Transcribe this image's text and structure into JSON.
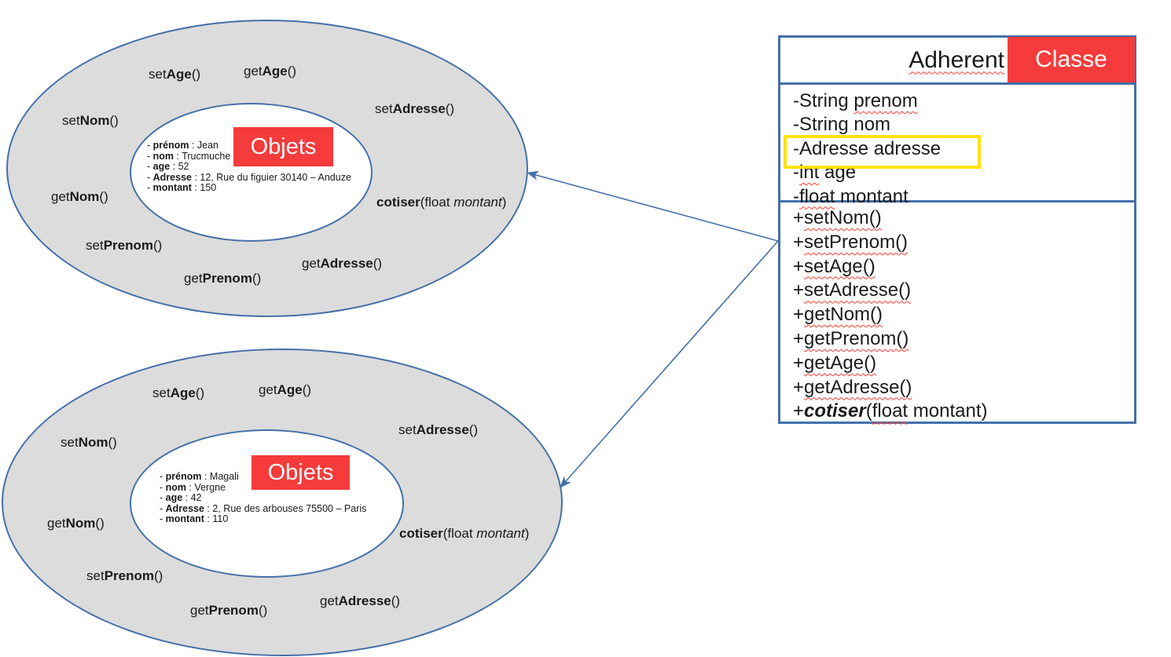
{
  "colors": {
    "accent_red": "#f53b3b",
    "diagram_blue": "#4470a8",
    "ellipse_gray": "#dcdcdc",
    "highlight_yellow": "#ffe10a"
  },
  "class_box": {
    "title": "Adherent",
    "tag_label": "Classe",
    "attributes": [
      {
        "segments": [
          {
            "t": "-String "
          },
          {
            "t": "prenom",
            "sq": true
          }
        ]
      },
      {
        "segments": [
          {
            "t": "-Adresse adresse"
          }
        ],
        "highlighted": true
      },
      {
        "segments": [
          {
            "t": "-String "
          },
          {
            "t": "nom",
            "sq": true
          }
        ]
      },
      {
        "segments": [
          {
            "t": "-"
          },
          {
            "t": "int",
            "sq": true
          },
          {
            "t": " age"
          }
        ]
      },
      {
        "segments": [
          {
            "t": "-"
          },
          {
            "t": "float",
            "sq": true
          },
          {
            "t": " montant"
          }
        ]
      }
    ],
    "attributes_order": [
      0,
      2,
      1,
      3,
      4
    ],
    "methods": [
      {
        "segments": [
          {
            "t": "+"
          },
          {
            "t": "setNom()",
            "sq": true
          }
        ]
      },
      {
        "segments": [
          {
            "t": "+"
          },
          {
            "t": "setPrenom()",
            "sq": true
          }
        ]
      },
      {
        "segments": [
          {
            "t": "+"
          },
          {
            "t": "setAge()",
            "sq": true
          }
        ]
      },
      {
        "segments": [
          {
            "t": "+"
          },
          {
            "t": "setAdresse()",
            "sq": true
          }
        ]
      },
      {
        "segments": [
          {
            "t": "+"
          },
          {
            "t": "getNom()",
            "sq": true
          }
        ]
      },
      {
        "segments": [
          {
            "t": "+"
          },
          {
            "t": "getPrenom()",
            "sq": true
          }
        ]
      },
      {
        "segments": [
          {
            "t": "+"
          },
          {
            "t": "getAge()",
            "sq": true
          }
        ]
      },
      {
        "segments": [
          {
            "t": "+"
          },
          {
            "t": "getAdresse()",
            "sq": true
          }
        ]
      },
      {
        "segments": [
          {
            "t": "+"
          },
          {
            "t": "cotiser",
            "bi": true
          },
          {
            "t": "("
          },
          {
            "t": "float",
            "sq": true
          },
          {
            "t": " montant)"
          }
        ]
      }
    ]
  },
  "objects": [
    {
      "label": "Objets",
      "attributes": [
        {
          "name": "prénom",
          "value": "Jean"
        },
        {
          "name": "nom",
          "value": "Trucmuche"
        },
        {
          "name": "age",
          "value": "52"
        },
        {
          "name": "Adresse",
          "value": " 12, Rue du figuier 30140 – Anduze"
        },
        {
          "name": "montant",
          "value": "150"
        }
      ],
      "methods": [
        {
          "id": "setAge",
          "segments": [
            {
              "t": "set"
            },
            {
              "t": "Age",
              "b": true
            },
            {
              "t": "()"
            }
          ]
        },
        {
          "id": "getAge",
          "segments": [
            {
              "t": "get"
            },
            {
              "t": "Age",
              "b": true
            },
            {
              "t": "()"
            }
          ]
        },
        {
          "id": "setNom",
          "segments": [
            {
              "t": "set"
            },
            {
              "t": "Nom",
              "b": true
            },
            {
              "t": "()"
            }
          ]
        },
        {
          "id": "setAdresse",
          "segments": [
            {
              "t": "set"
            },
            {
              "t": "Adresse",
              "b": true
            },
            {
              "t": "()"
            }
          ]
        },
        {
          "id": "getNom",
          "segments": [
            {
              "t": "get"
            },
            {
              "t": "Nom",
              "b": true
            },
            {
              "t": "()"
            }
          ]
        },
        {
          "id": "cotiser",
          "segments": [
            {
              "t": "cotiser",
              "b": true
            },
            {
              "t": "(float "
            },
            {
              "t": "montant",
              "i": true
            },
            {
              "t": ")"
            }
          ]
        },
        {
          "id": "setPrenom",
          "segments": [
            {
              "t": "set"
            },
            {
              "t": "Prenom",
              "b": true
            },
            {
              "t": "()"
            }
          ]
        },
        {
          "id": "getPrenom",
          "segments": [
            {
              "t": "get"
            },
            {
              "t": "Prenom",
              "b": true
            },
            {
              "t": "()"
            }
          ]
        },
        {
          "id": "getAdresse",
          "segments": [
            {
              "t": "get"
            },
            {
              "t": "Adresse",
              "b": true
            },
            {
              "t": "()"
            }
          ]
        }
      ]
    },
    {
      "label": "Objets",
      "attributes": [
        {
          "name": "prénom",
          "value": "Magali"
        },
        {
          "name": "nom",
          "value": "Vergne"
        },
        {
          "name": "age",
          "value": "42"
        },
        {
          "name": "Adresse",
          "value": " 2, Rue des arbouses 75500 – Paris"
        },
        {
          "name": "montant",
          "value": "110"
        }
      ],
      "methods": [
        {
          "id": "setAge",
          "segments": [
            {
              "t": "set"
            },
            {
              "t": "Age",
              "b": true
            },
            {
              "t": "()"
            }
          ]
        },
        {
          "id": "getAge",
          "segments": [
            {
              "t": "get"
            },
            {
              "t": "Age",
              "b": true
            },
            {
              "t": "()"
            }
          ]
        },
        {
          "id": "setNom",
          "segments": [
            {
              "t": "set"
            },
            {
              "t": "Nom",
              "b": true
            },
            {
              "t": "()"
            }
          ]
        },
        {
          "id": "setAdresse",
          "segments": [
            {
              "t": "set"
            },
            {
              "t": "Adresse",
              "b": true
            },
            {
              "t": "()"
            }
          ]
        },
        {
          "id": "getNom",
          "segments": [
            {
              "t": "get"
            },
            {
              "t": "Nom",
              "b": true
            },
            {
              "t": "()"
            }
          ]
        },
        {
          "id": "cotiser",
          "segments": [
            {
              "t": "cotiser",
              "b": true
            },
            {
              "t": "(float "
            },
            {
              "t": "montant",
              "i": true
            },
            {
              "t": ")"
            }
          ]
        },
        {
          "id": "setPrenom",
          "segments": [
            {
              "t": "set"
            },
            {
              "t": "Prenom",
              "b": true
            },
            {
              "t": "()"
            }
          ]
        },
        {
          "id": "getPrenom",
          "segments": [
            {
              "t": "get"
            },
            {
              "t": "Prenom",
              "b": true
            },
            {
              "t": "()"
            }
          ]
        },
        {
          "id": "getAdresse",
          "segments": [
            {
              "t": "get"
            },
            {
              "t": "Adresse",
              "b": true
            },
            {
              "t": "()"
            }
          ]
        }
      ]
    }
  ]
}
